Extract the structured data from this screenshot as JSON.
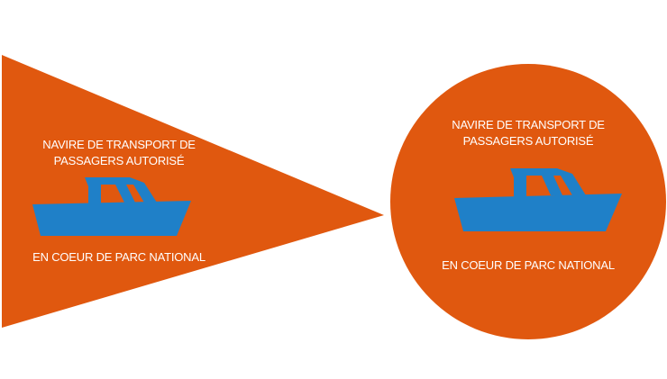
{
  "colors": {
    "background": "#ffffff",
    "sign_fill": "#e0580f",
    "boat_fill": "#1f80c8",
    "text": "#ffffff"
  },
  "icons": {
    "boat": "motor-boat-icon"
  },
  "pennant": {
    "title_line1": "NAVIRE DE TRANSPORT DE",
    "title_line2": "PASSAGERS AUTORISÉ",
    "subtitle": "EN COEUR DE PARC NATIONAL"
  },
  "disc": {
    "title_line1": "NAVIRE DE TRANSPORT DE",
    "title_line2": "PASSAGERS AUTORISÉ",
    "subtitle": "EN COEUR DE PARC NATIONAL"
  }
}
